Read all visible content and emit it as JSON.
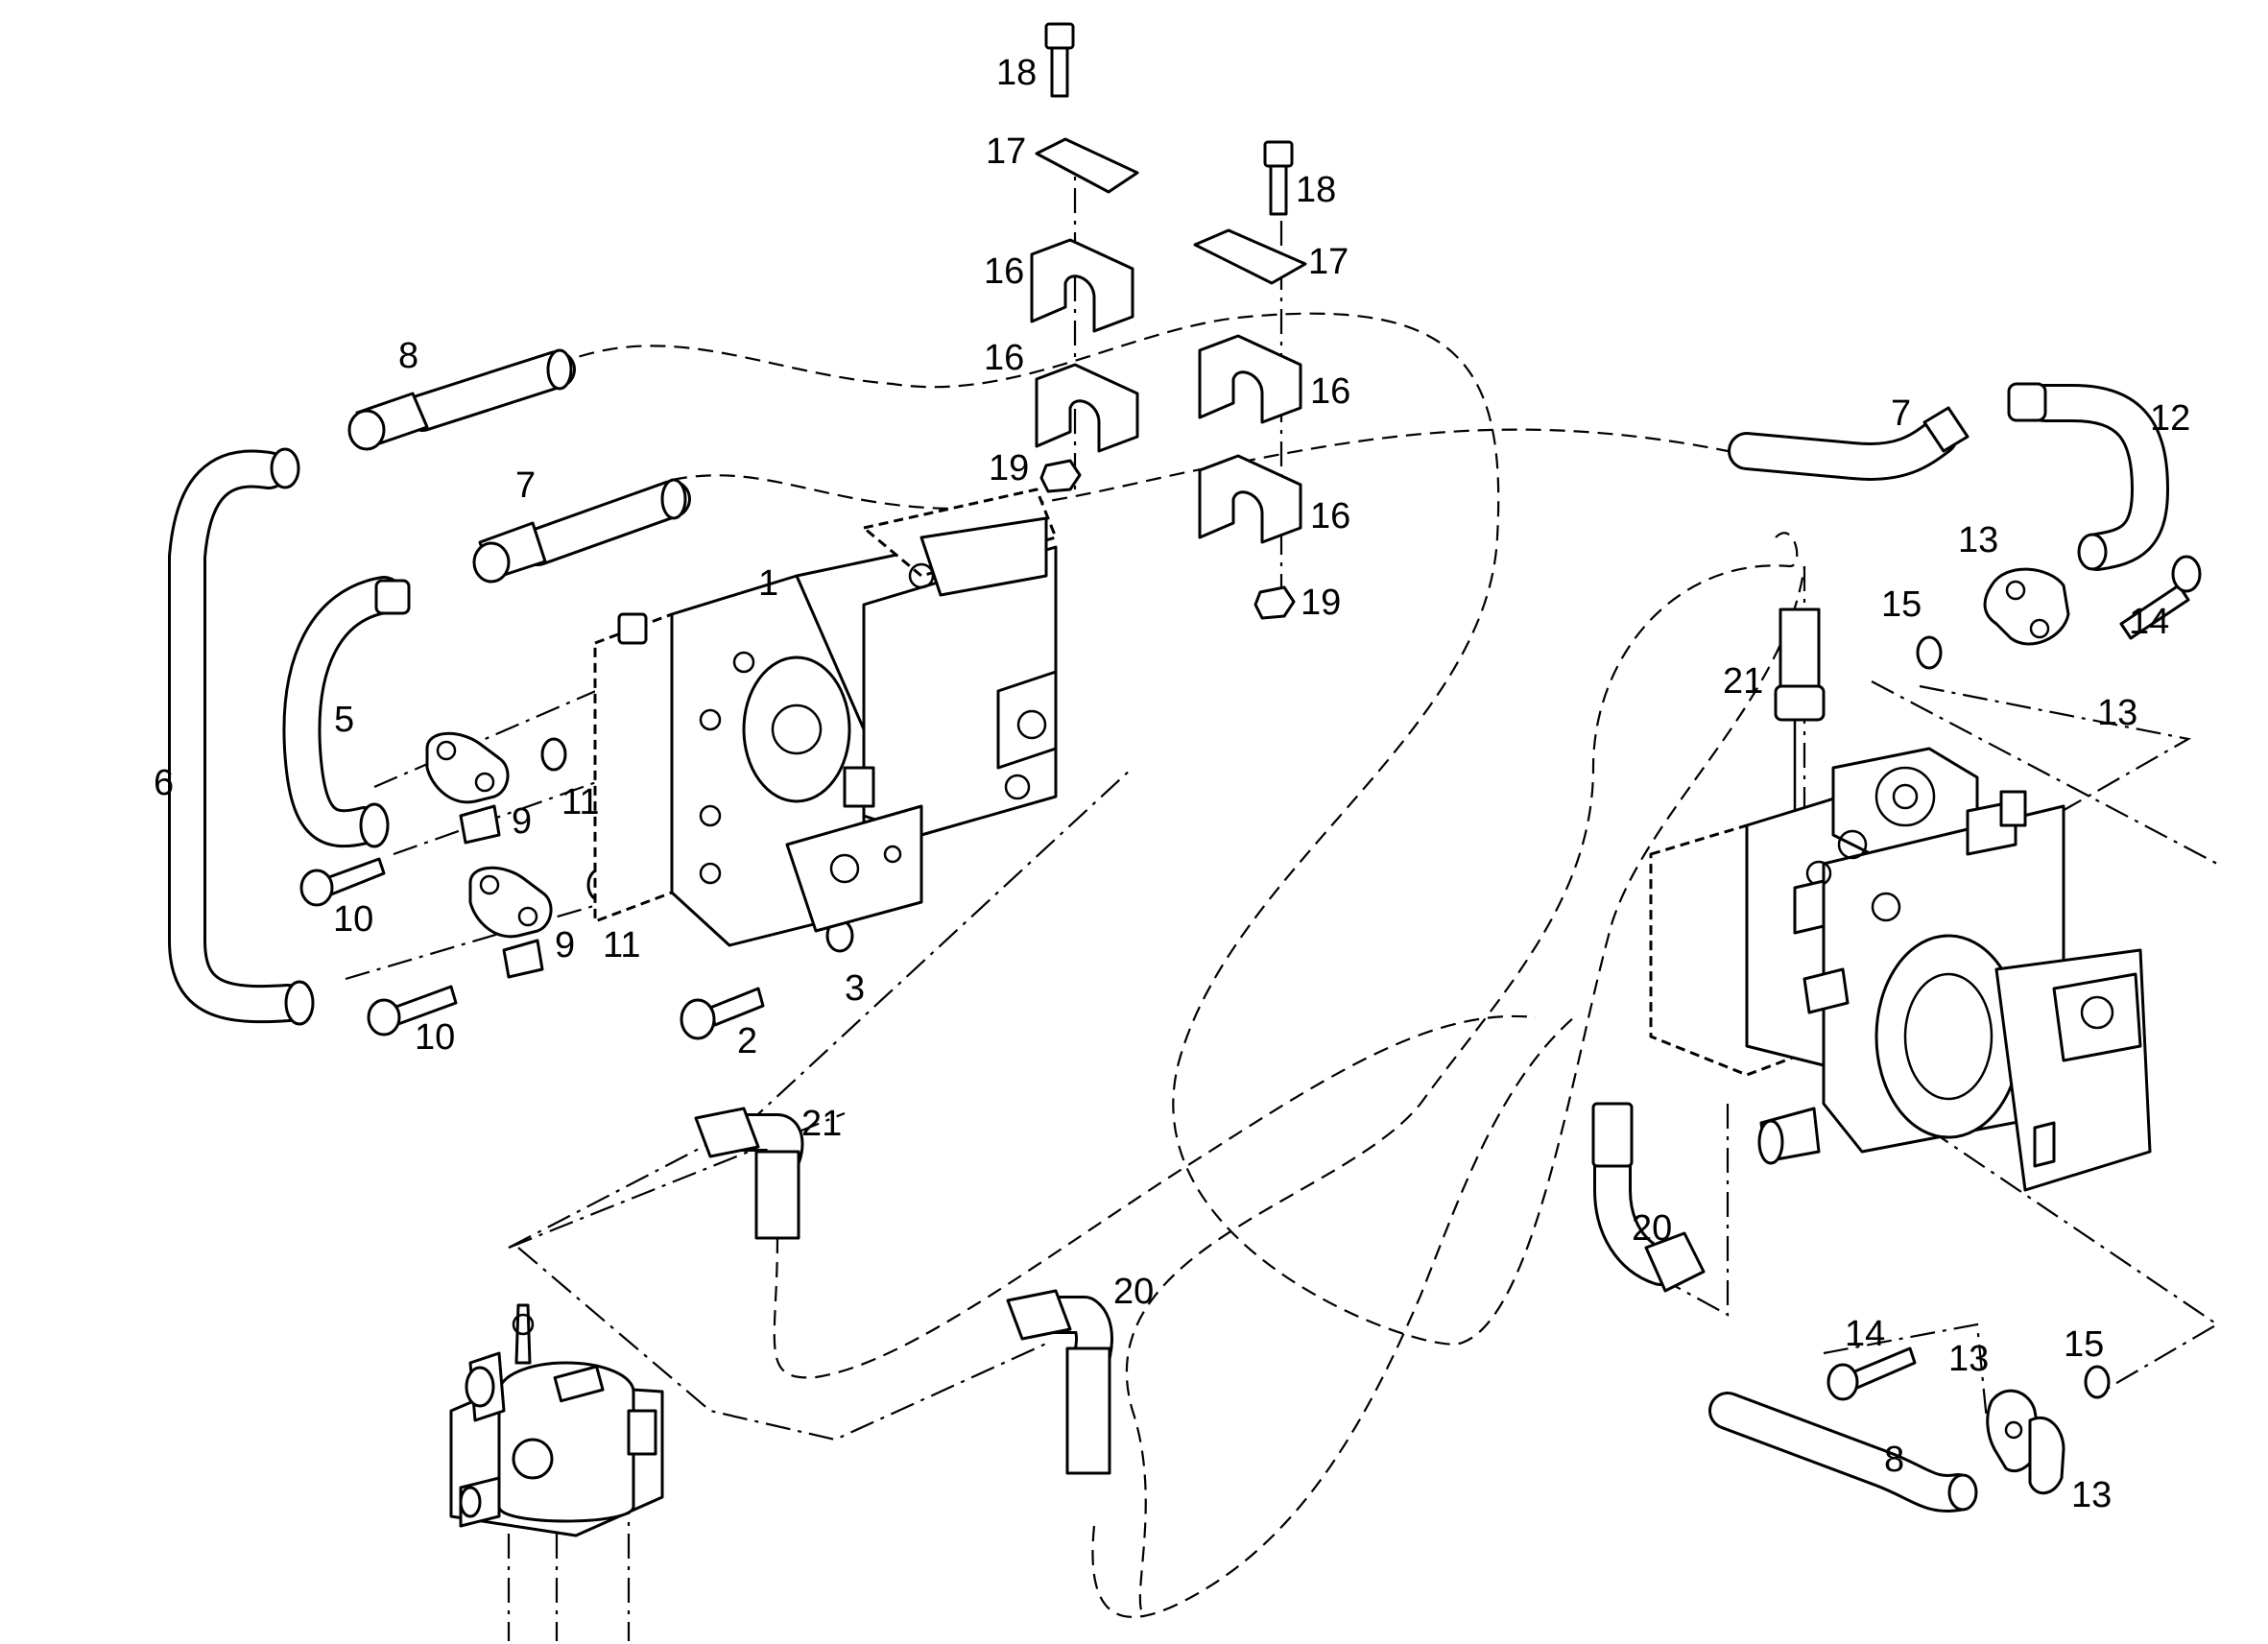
{
  "callouts": [
    {
      "id": "c18a",
      "text": "18"
    },
    {
      "id": "c17a",
      "text": "17"
    },
    {
      "id": "c16a",
      "text": "16"
    },
    {
      "id": "c16b",
      "text": "16"
    },
    {
      "id": "c19a",
      "text": "19"
    },
    {
      "id": "c18b",
      "text": "18"
    },
    {
      "id": "c17b",
      "text": "17"
    },
    {
      "id": "c16c",
      "text": "16"
    },
    {
      "id": "c16d",
      "text": "16"
    },
    {
      "id": "c19b",
      "text": "19"
    },
    {
      "id": "c8a",
      "text": "8"
    },
    {
      "id": "c7a",
      "text": "7"
    },
    {
      "id": "c1",
      "text": "1"
    },
    {
      "id": "c5",
      "text": "5"
    },
    {
      "id": "c6",
      "text": "6"
    },
    {
      "id": "c9a",
      "text": "9"
    },
    {
      "id": "c11a",
      "text": "11"
    },
    {
      "id": "c10a",
      "text": "10"
    },
    {
      "id": "c9b",
      "text": "9"
    },
    {
      "id": "c11b",
      "text": "11"
    },
    {
      "id": "c10b",
      "text": "10"
    },
    {
      "id": "c3",
      "text": "3"
    },
    {
      "id": "c2",
      "text": "2"
    },
    {
      "id": "c7b",
      "text": "7"
    },
    {
      "id": "c12",
      "text": "12"
    },
    {
      "id": "c13a",
      "text": "13"
    },
    {
      "id": "c15a",
      "text": "15"
    },
    {
      "id": "c14a",
      "text": "14"
    },
    {
      "id": "c13b",
      "text": "13"
    },
    {
      "id": "c21a",
      "text": "21"
    },
    {
      "id": "c21b",
      "text": "21"
    },
    {
      "id": "c20a",
      "text": "20"
    },
    {
      "id": "c20b",
      "text": "20"
    },
    {
      "id": "c14b",
      "text": "14"
    },
    {
      "id": "c13c",
      "text": "13"
    },
    {
      "id": "c15b",
      "text": "15"
    },
    {
      "id": "c8b",
      "text": "8"
    },
    {
      "id": "c13d",
      "text": "13"
    }
  ]
}
